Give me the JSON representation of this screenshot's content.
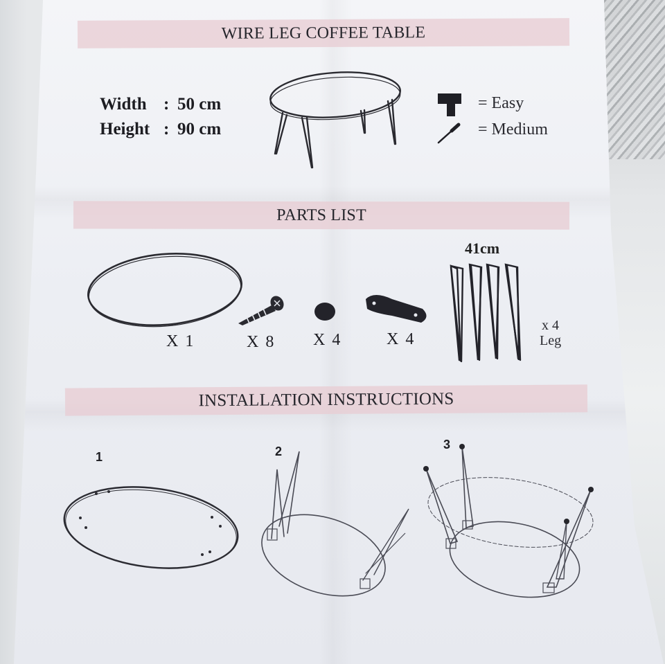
{
  "document": {
    "title": "WIRE LEG COFFEE TABLE",
    "specs": [
      {
        "label": "Width",
        "value": "50 cm"
      },
      {
        "label": "Height",
        "value": "90 cm"
      }
    ],
    "difficulty_legend": [
      {
        "icon": "drill-icon",
        "text": "= Easy"
      },
      {
        "icon": "screwdriver-icon",
        "text": "= Medium"
      }
    ],
    "sections": {
      "parts": "PARTS LIST",
      "install": "INSTALLATION INSTRUCTIONS"
    },
    "parts": [
      {
        "icon": "tabletop-icon",
        "qty": "X 1"
      },
      {
        "icon": "screw-icon",
        "qty": "X 8"
      },
      {
        "icon": "foot-cap-icon",
        "qty": "X 4"
      },
      {
        "icon": "mounting-bracket-icon",
        "qty": "X 4"
      }
    ],
    "leg_part": {
      "length": "41cm",
      "qty": "x 4",
      "name": "Leg"
    },
    "steps": [
      "1",
      "2",
      "3"
    ]
  }
}
